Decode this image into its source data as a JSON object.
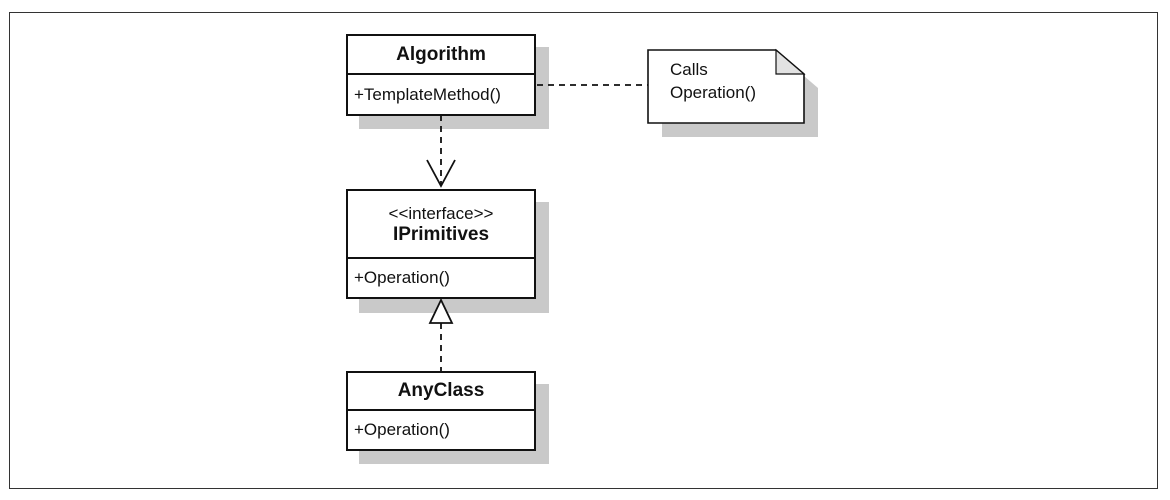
{
  "diagram": {
    "algorithm": {
      "name": "Algorithm",
      "operation": "+TemplateMethod()"
    },
    "iprimitives": {
      "stereotype": "<<interface>>",
      "name": "IPrimitives",
      "operation": "+Operation()"
    },
    "anyclass": {
      "name": "AnyClass",
      "operation": "+Operation()"
    },
    "note": {
      "line1": "Calls",
      "line2": "Operation()"
    }
  }
}
